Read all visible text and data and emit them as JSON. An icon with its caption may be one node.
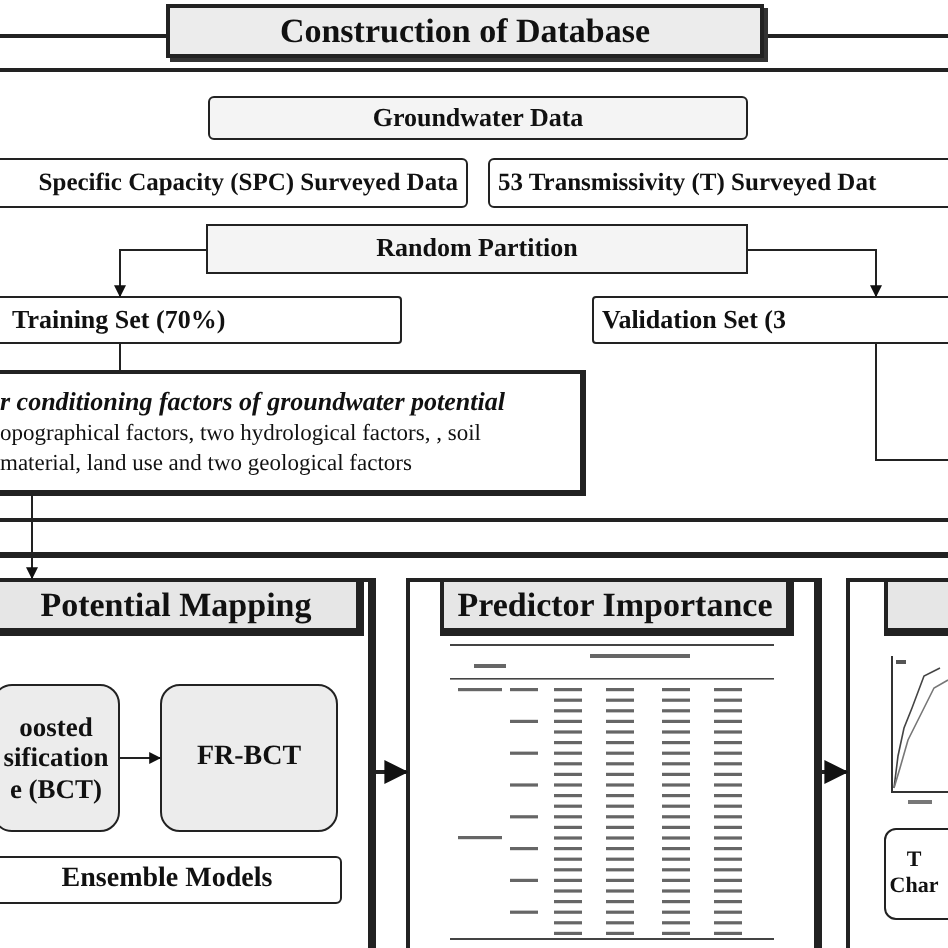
{
  "diagram": {
    "nodes": [
      {
        "text": [
          "Construction of Database"
        ]
      },
      {
        "text": [
          "Groundwater Data"
        ]
      },
      {
        "text": [
          "Specific Capacity (SPC) Surveyed Data"
        ]
      },
      {
        "text": [
          "53 Transmissivity (T) Surveyed Dat"
        ]
      },
      {
        "text": [
          "Random Partition"
        ]
      },
      {
        "text": [
          "Training Set (70%)"
        ]
      },
      {
        "text": [
          "Validation Set (3"
        ]
      },
      {
        "text": [
          "r conditioning factors of groundwater potential",
          "opographical factors, two hydrological factors, , soil material, land use and two geological factors"
        ]
      },
      {
        "text": [
          "Potential Mapping"
        ]
      },
      {
        "text": [
          "oosted sification e (BCT)"
        ],
        "in": 8
      },
      {
        "text": [
          "FR-BCT"
        ],
        "in": 8
      },
      {
        "text": [
          "Ensemble Models"
        ],
        "in": 8
      },
      {
        "text": [
          "Predictor Importance"
        ]
      },
      {
        "text": [],
        "shape": "box"
      },
      {
        "text": [
          "T Char"
        ],
        "in": 13
      }
    ],
    "edges": [
      {
        "from": 4,
        "to": 5,
        "arrow": "to"
      },
      {
        "from": 4,
        "to": 6,
        "arrow": "to"
      },
      {
        "from": 5,
        "to": 7,
        "arrow": "none"
      },
      {
        "from": 7,
        "to": 8,
        "arrow": "to"
      },
      {
        "from": 6,
        "to": null,
        "arrow": "none"
      },
      {
        "from": 9,
        "to": 10,
        "arrow": "to"
      },
      {
        "from": 8,
        "to": 12,
        "arrow": "to"
      },
      {
        "from": 12,
        "to": 13,
        "arrow": "to"
      }
    ]
  }
}
